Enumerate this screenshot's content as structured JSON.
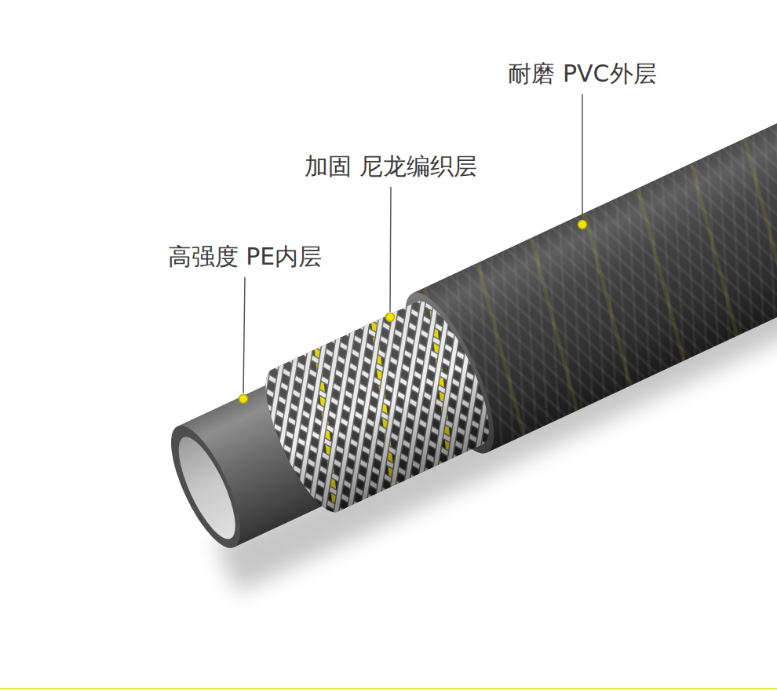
{
  "diagram": {
    "labels": [
      "耐磨 PVC外层",
      "加固 尼龙编织层",
      "高强度 PE内层"
    ]
  }
}
